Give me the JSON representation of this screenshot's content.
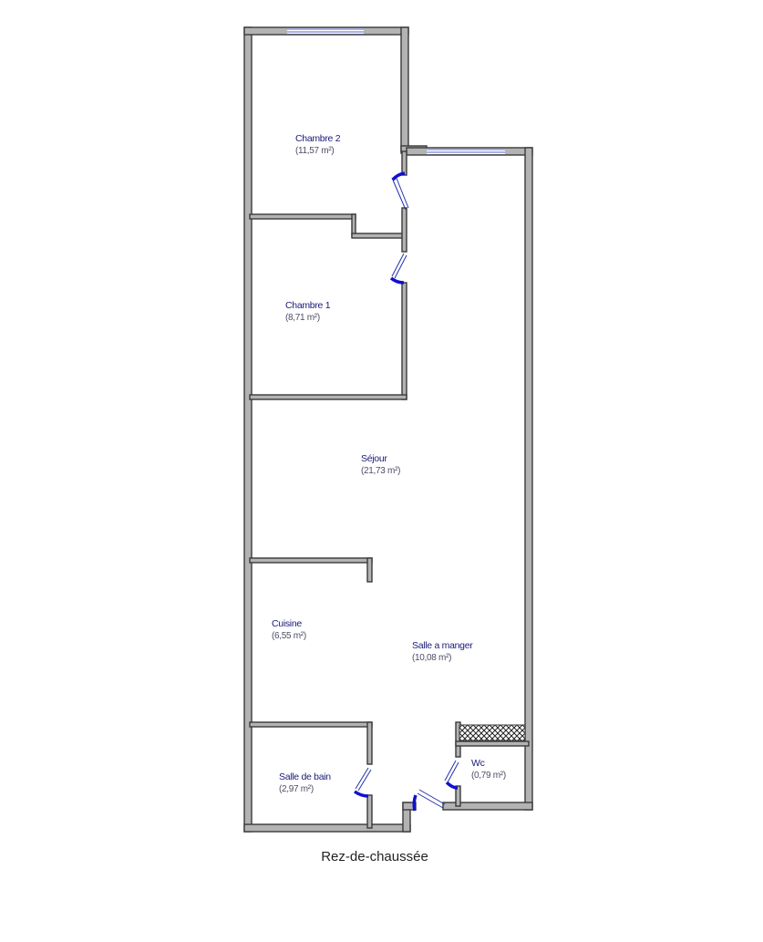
{
  "floor_label": "Rez-de-chaussée",
  "rooms": [
    {
      "id": "chambre2",
      "name": "Chambre 2",
      "area": "(11,57 m²)"
    },
    {
      "id": "chambre1",
      "name": "Chambre 1",
      "area": "(8,71 m²)"
    },
    {
      "id": "sejour",
      "name": "Séjour",
      "area": "(21,73 m²)"
    },
    {
      "id": "cuisine",
      "name": "Cuisine",
      "area": "(6,55 m²)"
    },
    {
      "id": "salle-a-manger",
      "name": "Salle a manger",
      "area": "(10,08 m²)"
    },
    {
      "id": "salle-de-bain",
      "name": "Salle de bain",
      "area": "(2,97 m²)"
    },
    {
      "id": "wc",
      "name": "Wc",
      "area": "(0,79 m²)"
    }
  ],
  "colors": {
    "wall_fill": "#b3b3b3",
    "wall_outline": "#3a3a3a",
    "door_swing": "#1010cc",
    "window": "#5566cc",
    "room_label": "#1a1a7a"
  }
}
